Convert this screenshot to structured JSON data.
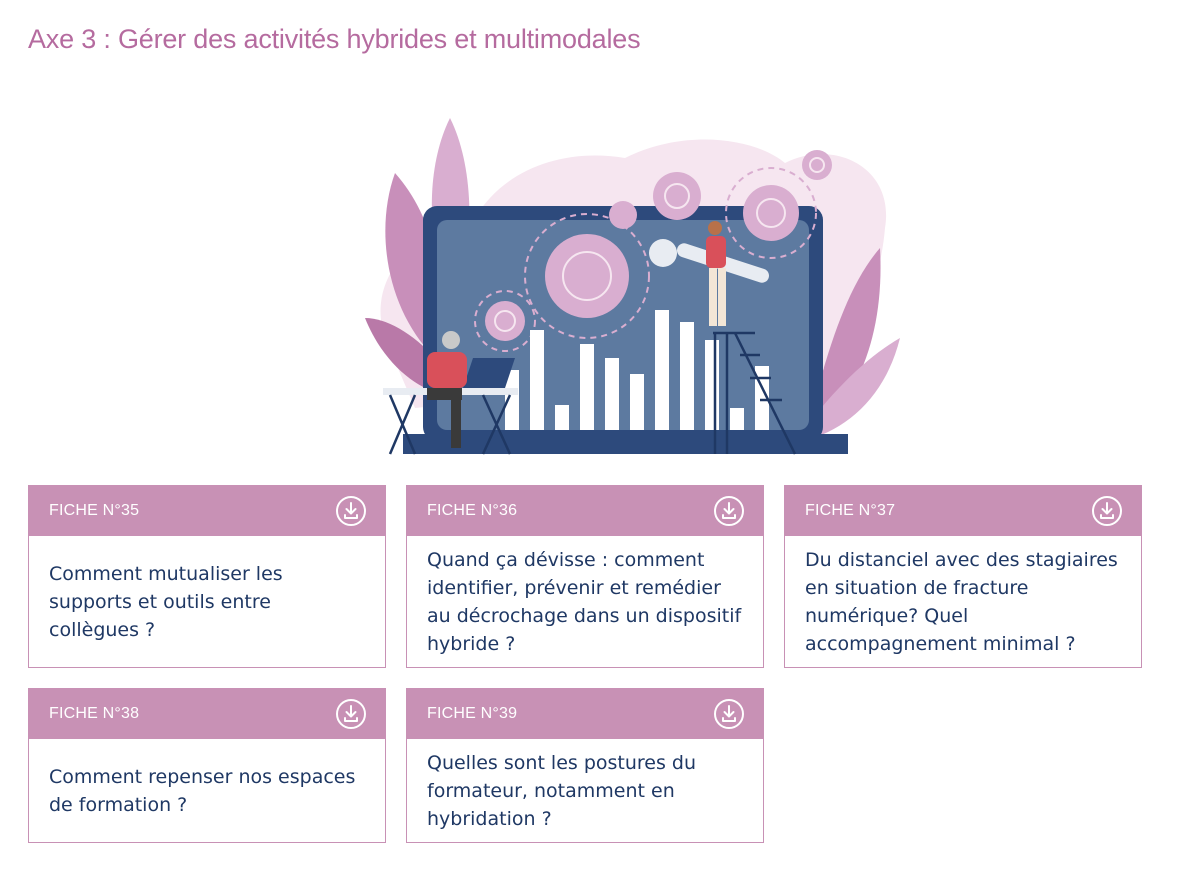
{
  "page": {
    "title": "Axe 3 : Gérer des activités hybrides et multimodales"
  },
  "colors": {
    "accent": "#c891b5",
    "title": "#b56b9f",
    "body_text": "#1f3864",
    "illustration_navy": "#2d4a7c",
    "illustration_screen": "#5d7aa0",
    "illustration_pink": "#d9aed0"
  },
  "illustration": {
    "icon": "laptop-gears-chart-illustration",
    "description": "Laptop with bar chart and gears, man at desk with laptop, person on ladder holding wrench"
  },
  "fiches": [
    {
      "number": "FICHE N°35",
      "text": "Comment mutualiser les supports et outils entre collègues ?",
      "icon": "download-icon"
    },
    {
      "number": "FICHE N°36",
      "text": "Quand ça dévisse : comment identifier, prévenir et remédier au décrochage dans un dispositif hybride ?",
      "icon": "download-icon"
    },
    {
      "number": "FICHE N°37",
      "text": "Du distanciel avec des stagiaires en situation de fracture numérique? Quel accompagnement minimal ?",
      "icon": "download-icon"
    },
    {
      "number": "FICHE N°38",
      "text": "Comment repenser nos espaces de formation ?",
      "icon": "download-icon"
    },
    {
      "number": "FICHE N°39",
      "text": "Quelles sont les postures du formateur, notamment en hybridation ?",
      "icon": "download-icon"
    }
  ]
}
